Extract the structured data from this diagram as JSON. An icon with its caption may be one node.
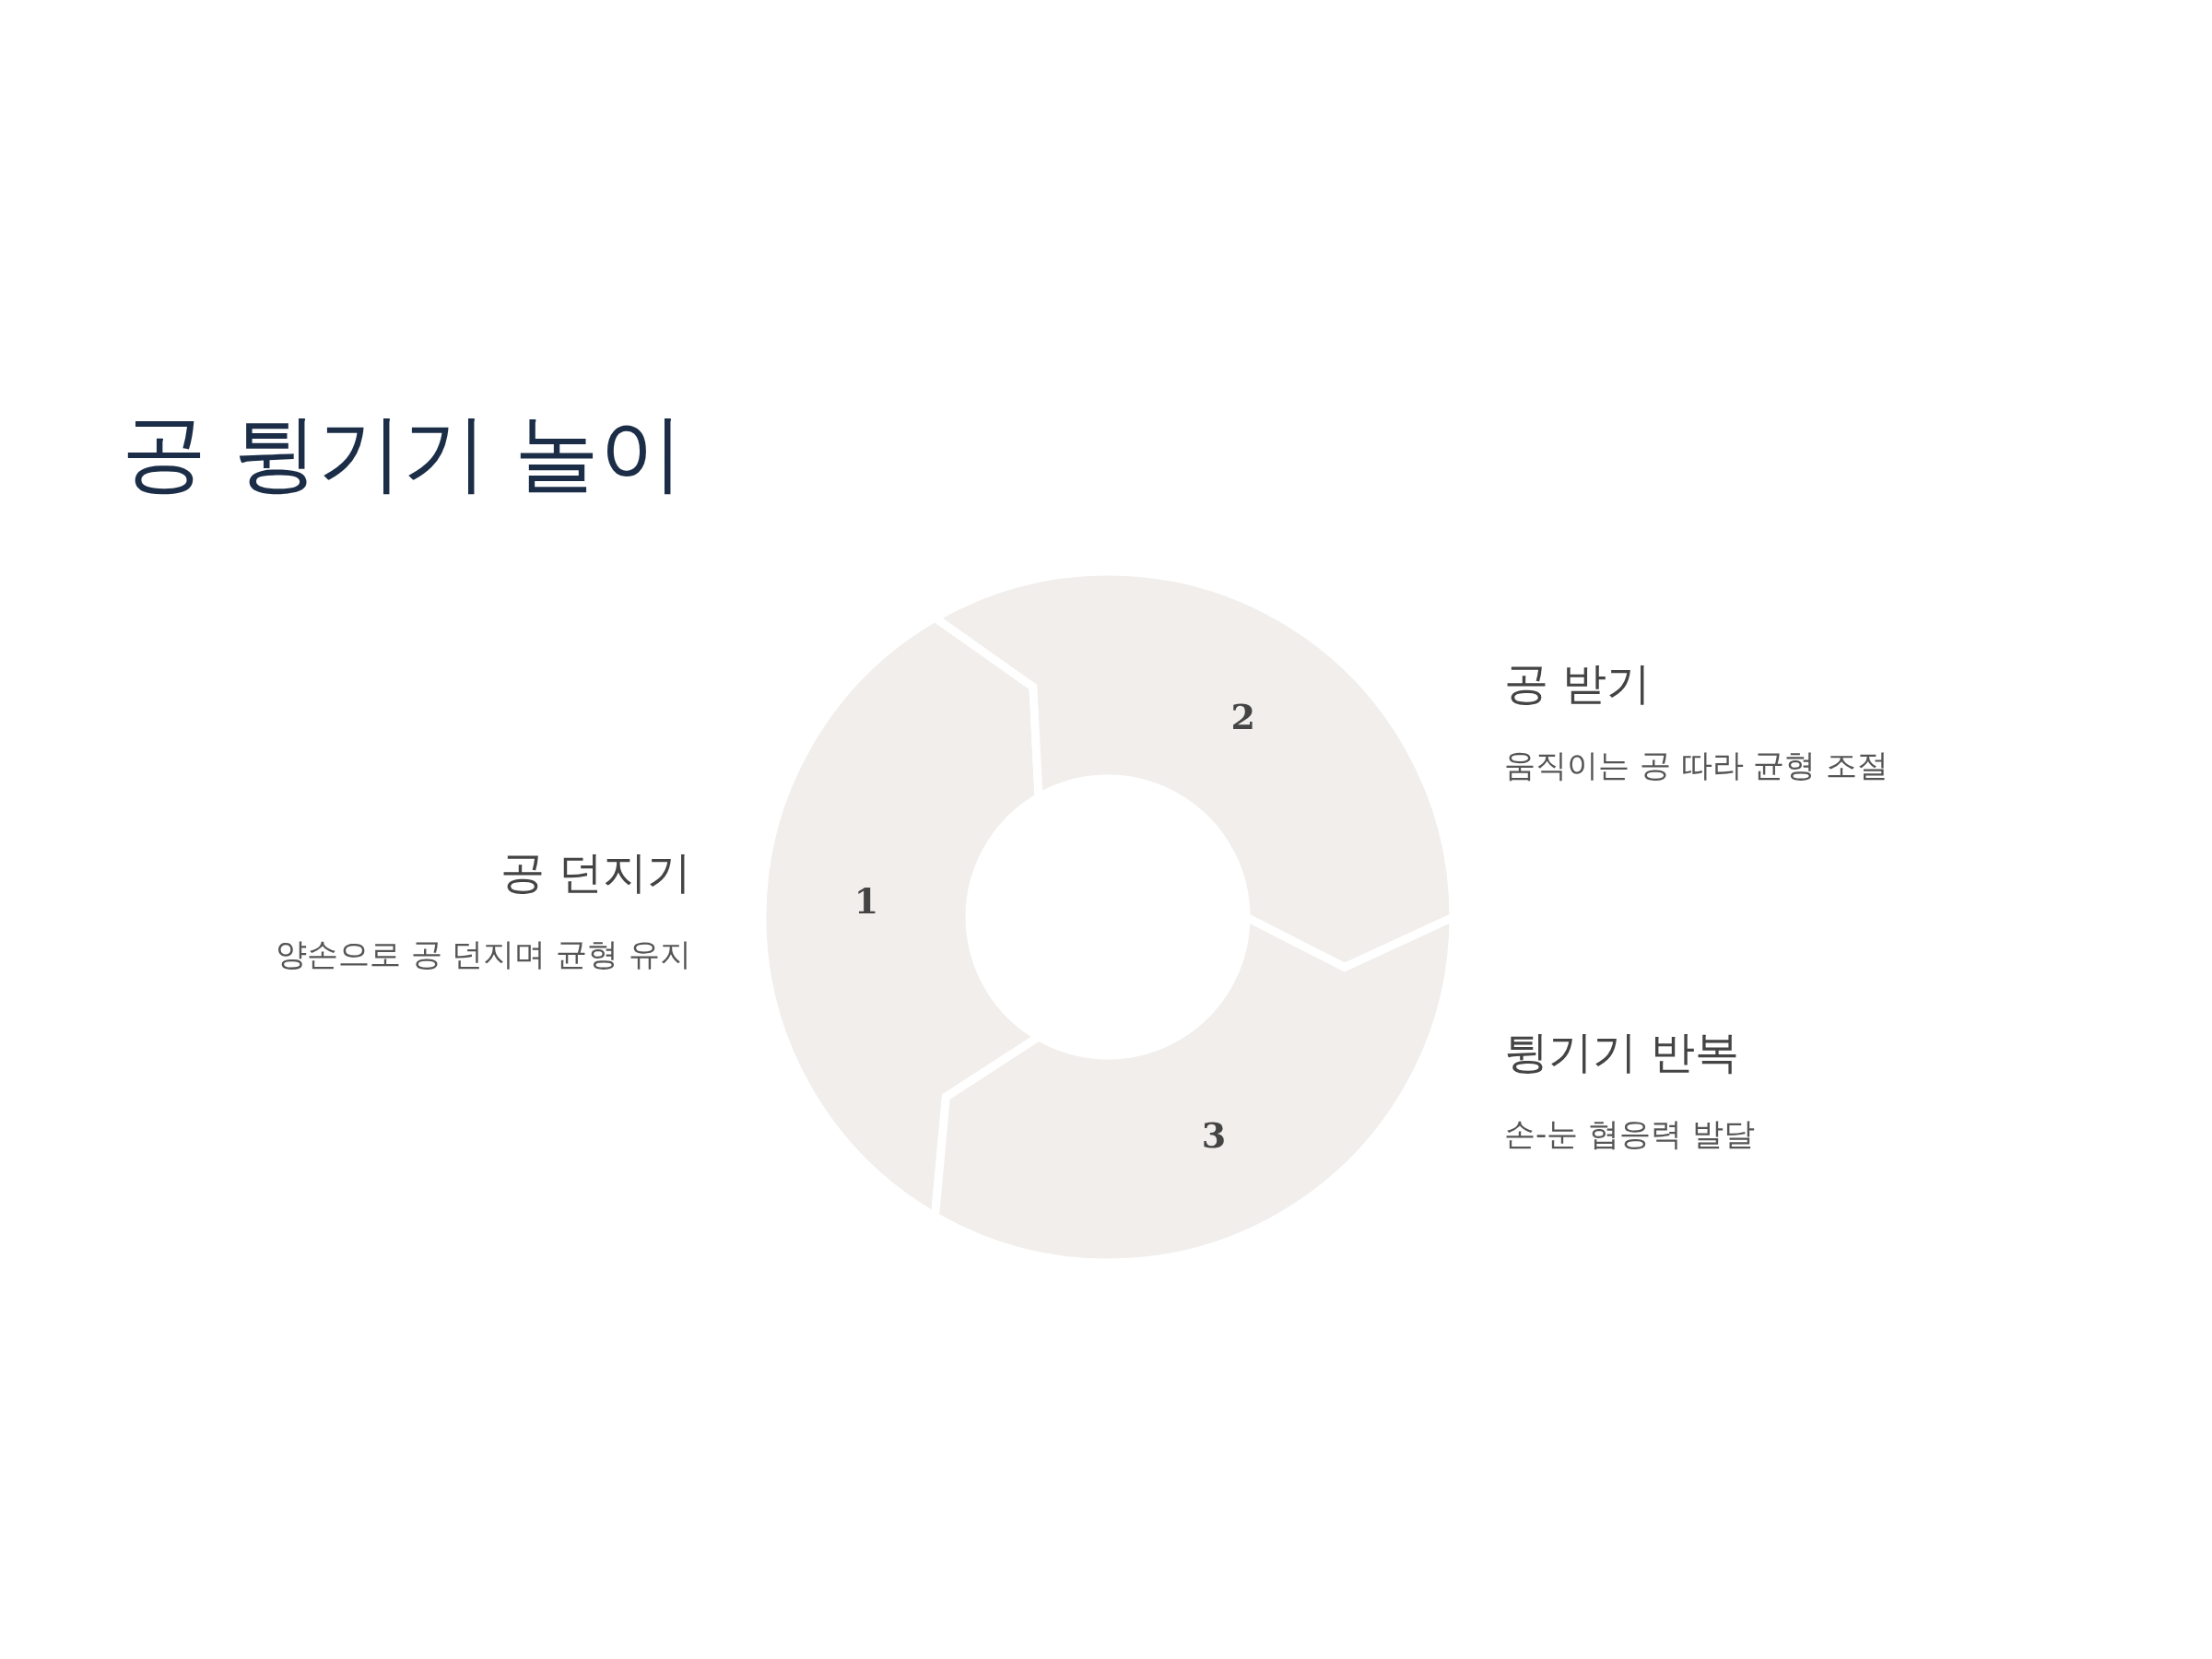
{
  "diagram": {
    "title": "공 튕기기 놀이",
    "nodes": [
      {
        "text": [
          "1"
        ],
        "beside": [
          "공 던지기",
          "양손으로 공 던지며 균형 유지"
        ]
      },
      {
        "text": [
          "2"
        ],
        "beside": [
          "공 받기",
          "움직이는 공 따라 균형 조절"
        ]
      },
      {
        "text": [
          "3"
        ],
        "beside": [
          "튕기기 반복",
          "손-눈 협응력 발달"
        ]
      }
    ],
    "edges": []
  }
}
